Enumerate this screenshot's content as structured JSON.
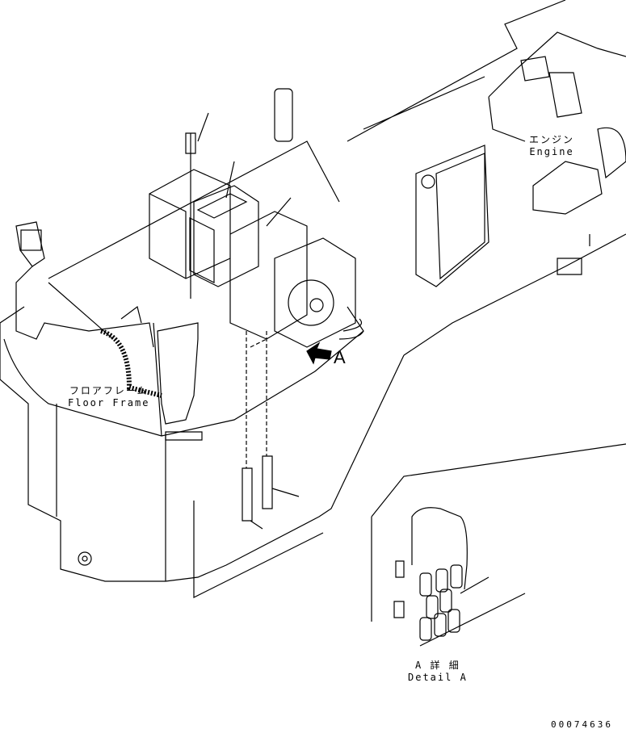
{
  "labels": {
    "engine_jp": "エンジン",
    "engine_en": "Engine",
    "floor_frame_jp": "フロアフレーム",
    "floor_frame_en": "Floor Frame",
    "view_arrow": "A",
    "detail_jp": "A 詳 細",
    "detail_en": "Detail A",
    "drawing_number": "00074636"
  },
  "colors": {
    "line": "#000000",
    "background": "#ffffff"
  }
}
